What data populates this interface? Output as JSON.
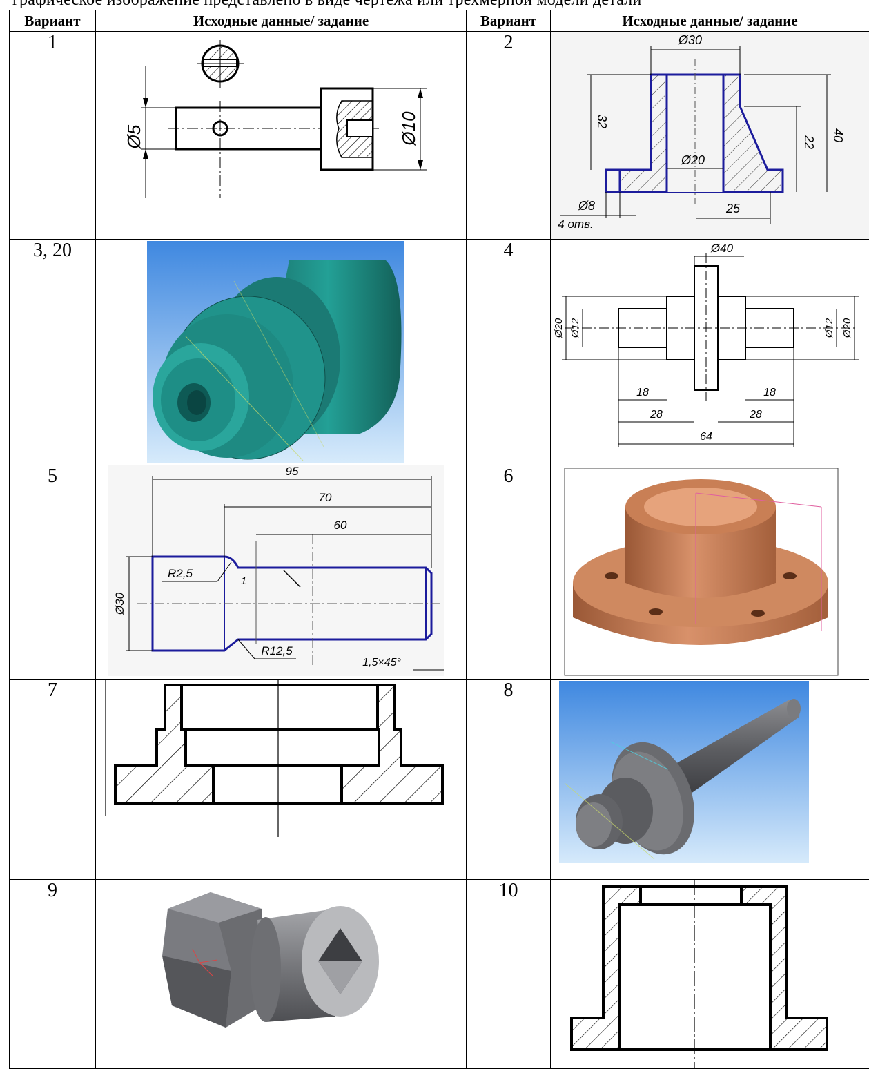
{
  "cutoff_line": "графическое изображение представлено в виде чертежа или трехмерной модели детали",
  "table": {
    "headers": [
      "Вариант",
      "Исходные данные/ задание",
      "Вариант",
      "Исходные данные/ задание"
    ],
    "rows": [
      {
        "left": "1",
        "right": "2"
      },
      {
        "left": "3, 20",
        "right": "4"
      },
      {
        "left": "5",
        "right": "6"
      },
      {
        "left": "7",
        "right": "8"
      },
      {
        "left": "9",
        "right": "10"
      }
    ]
  },
  "drawings": {
    "v1": {
      "d_small": "Ø5",
      "d_large": "Ø10"
    },
    "v2": {
      "top": "Ø30",
      "inner": "Ø20",
      "hole": "Ø8",
      "holes_count": "4 отв.",
      "h1": "32",
      "h2": "22",
      "h3": "40",
      "w": "25"
    },
    "v4": {
      "top": "Ø40",
      "l1": "Ø20",
      "l2": "Ø12",
      "r1": "Ø12",
      "r2": "Ø20",
      "a": "18",
      "b": "18",
      "c": "28",
      "d": "28",
      "total": "64"
    },
    "v5": {
      "total": "95",
      "mid": "70",
      "short": "60",
      "r1": "R2,5",
      "r2": "R12,5",
      "d": "Ø30",
      "chamfer": "1,5×45°",
      "mark": "1"
    }
  },
  "colors": {
    "teal_model": "#1c8c86",
    "copper_model": "#c77c4f",
    "gray_model": "#6f7074",
    "sky_bg": "#5a9ee6",
    "blue_outline": "#1c1c9c"
  }
}
